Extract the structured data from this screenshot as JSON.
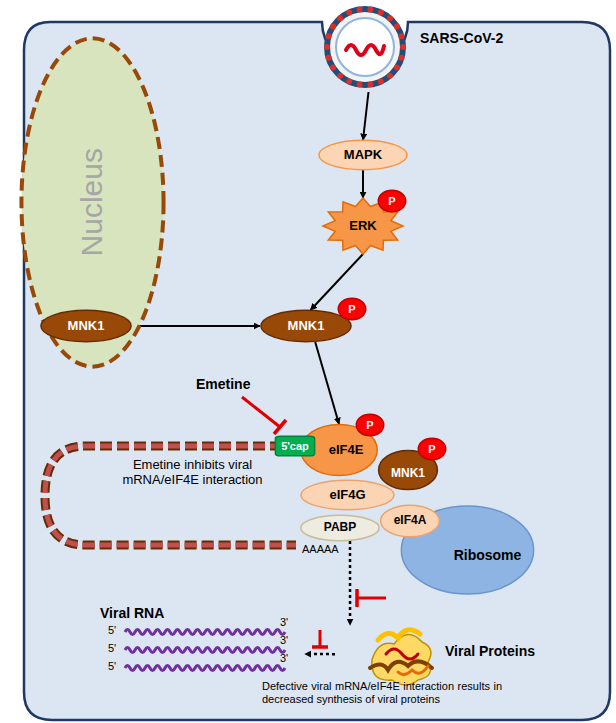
{
  "diagram": {
    "nodes": [
      {
        "text": [
          "Nucleus"
        ]
      },
      {
        "text": [
          "SARS-CoV-2"
        ]
      },
      {
        "text": [
          "MAPK"
        ]
      },
      {
        "text": [
          "ERK"
        ]
      },
      {
        "text": [
          "P"
        ],
        "in": 3
      },
      {
        "text": [
          "MNK1"
        ]
      },
      {
        "text": [
          "MNK1"
        ]
      },
      {
        "text": [
          "P"
        ],
        "in": 6
      },
      {
        "text": [
          "5'cap"
        ]
      },
      {
        "text": [
          "eIF4E"
        ]
      },
      {
        "text": [
          "P"
        ],
        "in": 9
      },
      {
        "text": [
          "MNK1"
        ]
      },
      {
        "text": [
          "P"
        ],
        "in": 11
      },
      {
        "text": [
          "eIF4G"
        ]
      },
      {
        "text": [
          "eIF4A"
        ]
      },
      {
        "text": [
          "PABP"
        ]
      },
      {
        "text": [
          "Ribosome"
        ]
      },
      {
        "text": [
          "Viral Proteins"
        ]
      },
      {
        "text": [
          "Viral RNA"
        ]
      }
    ],
    "edges": [
      {
        "from": 1,
        "to": 2,
        "arrow": "to"
      },
      {
        "from": 2,
        "to": 3,
        "arrow": "to"
      },
      {
        "from": 3,
        "to": 6,
        "arrow": "to"
      },
      {
        "from": 5,
        "to": 6,
        "arrow": "to"
      },
      {
        "from": 6,
        "to": 9,
        "arrow": "to"
      },
      {
        "from": 15,
        "to": 17,
        "arrow": "to"
      },
      {
        "from": 17,
        "to": 18,
        "arrow": "to"
      }
    ],
    "labels": [
      "Emetine",
      "Emetine inhibits viral mRNA/eIF4E interaction",
      "AAAAA",
      "5'",
      "3'",
      "5'",
      "3'",
      "5'",
      "3'",
      "Defective viral mRNA/eIF4E interaction results in decreased synthesis of viral proteins"
    ]
  }
}
